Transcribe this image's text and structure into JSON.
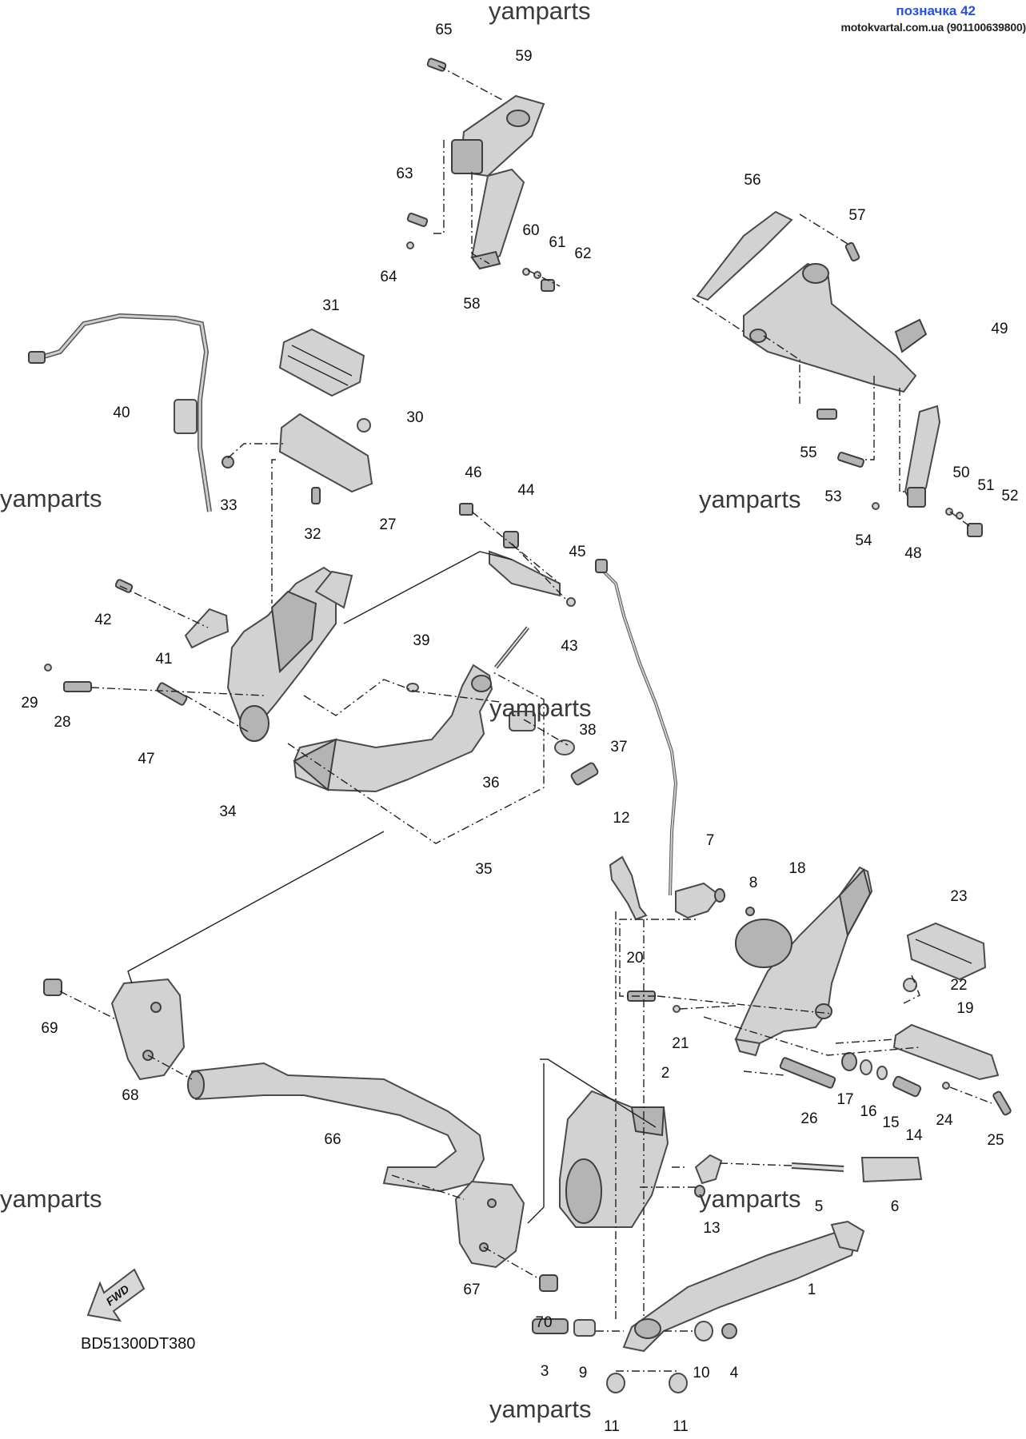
{
  "header": {
    "tag": "позначка 42",
    "source": "motokvartal.com.ua (901100639800)"
  },
  "watermark": "yamparts",
  "diagram_code": "BD51300DT380",
  "fwd_label": "FWD",
  "callouts": [
    "1",
    "2",
    "3",
    "4",
    "5",
    "6",
    "7",
    "8",
    "9",
    "10",
    "11",
    "11",
    "12",
    "13",
    "14",
    "15",
    "16",
    "17",
    "18",
    "19",
    "20",
    "21",
    "22",
    "23",
    "24",
    "25",
    "26",
    "27",
    "28",
    "29",
    "30",
    "31",
    "32",
    "33",
    "34",
    "35",
    "36",
    "37",
    "38",
    "39",
    "40",
    "41",
    "42",
    "43",
    "44",
    "45",
    "46",
    "47",
    "48",
    "49",
    "50",
    "51",
    "52",
    "53",
    "54",
    "55",
    "56",
    "57",
    "58",
    "59",
    "60",
    "61",
    "62",
    "63",
    "64",
    "65",
    "66",
    "67",
    "68",
    "69",
    "70"
  ]
}
